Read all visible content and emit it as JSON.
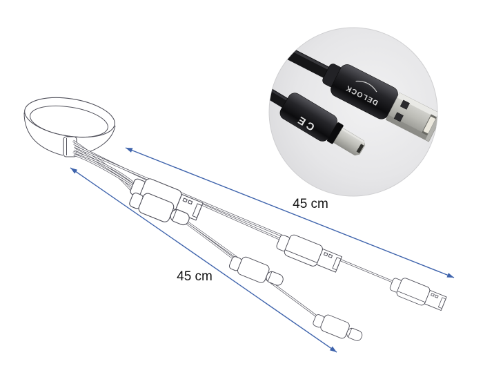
{
  "figure": {
    "type": "product-illustration",
    "dimension_labels": {
      "upper": "45 cm",
      "lower": "45 cm"
    },
    "inset_photo": {
      "brand_text": "DELOCK",
      "ce_mark": "CE"
    },
    "colors": {
      "background": "#ffffff",
      "dimension_arrow": "#3e63ac",
      "line_art": "#50505a",
      "label_text": "#111111",
      "inset_background": "#e6e6e8",
      "cable_black": "#1b1b1e",
      "connector_metal": "#c2c2bd"
    }
  }
}
